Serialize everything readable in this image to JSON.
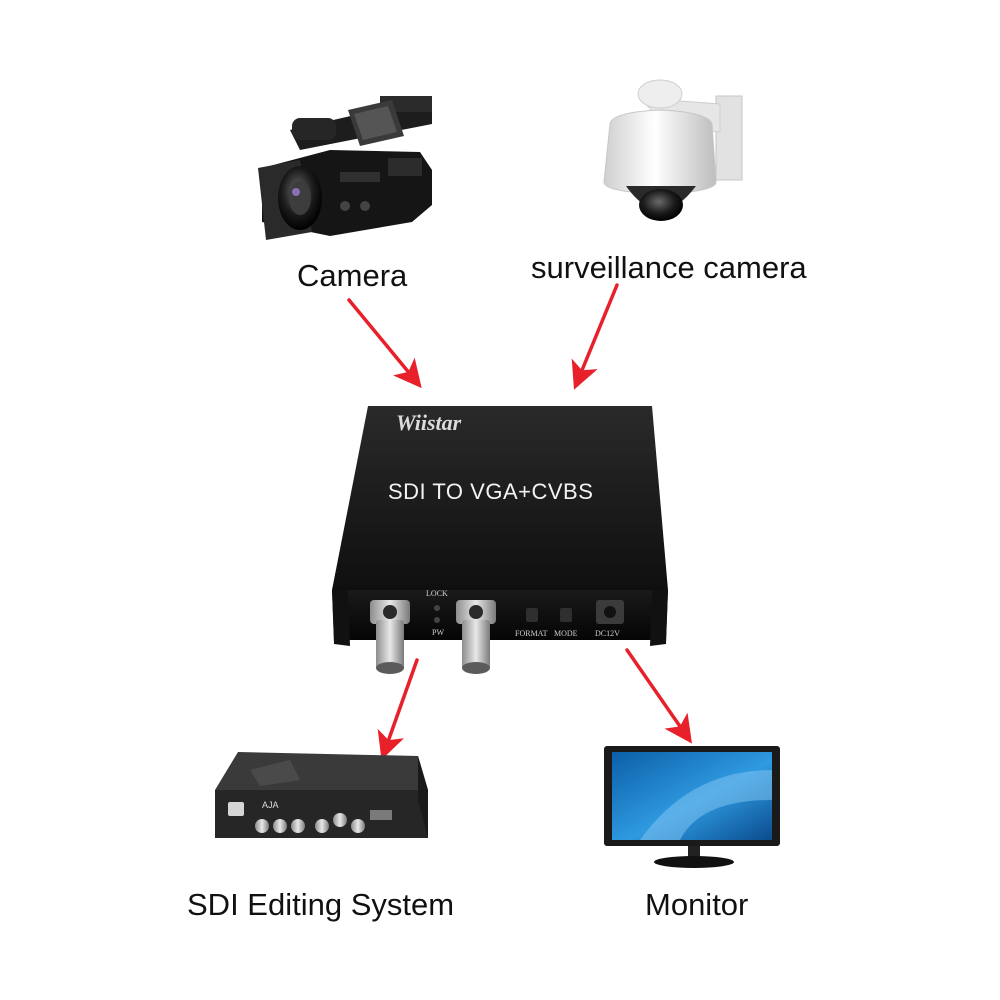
{
  "labels": {
    "camera": "Camera",
    "surveillance_camera": "surveillance camera",
    "sdi_editing_system": "SDI Editing System",
    "monitor": "Monitor"
  },
  "device": {
    "brand": "Wiistar",
    "title": "SDI TO VGA+CVBS",
    "lock": "LOCK",
    "pw": "PW",
    "format": "FORMAT",
    "mode": "MODE",
    "dc": "DC12V"
  },
  "editor": {
    "brand": "AJA"
  },
  "colors": {
    "arrow": "#e8202a",
    "device_body": "#1c1c1c",
    "device_text": "#f2f2f2"
  },
  "icons": [
    "camcorder-icon",
    "dome-camera-icon",
    "converter-box",
    "editing-box-icon",
    "monitor-icon",
    "arrow"
  ]
}
